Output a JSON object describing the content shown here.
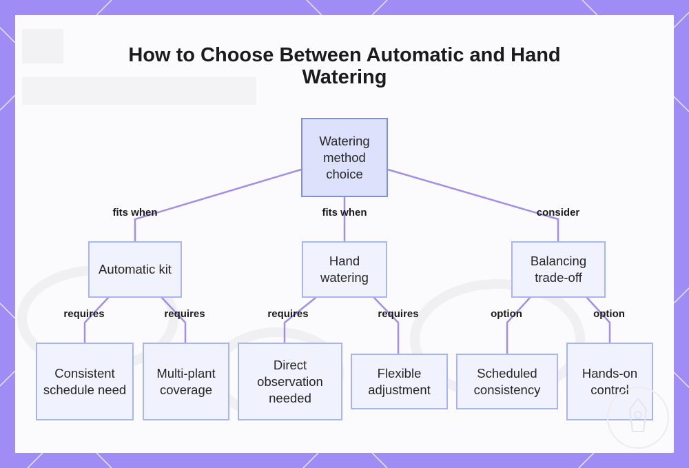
{
  "title": "How to Choose Between Automatic and Hand Watering",
  "colors": {
    "frame": "#a08cf5",
    "edge": "#a28ee6",
    "node_fill": "#f0f2fd",
    "node_border": "#a7b6ee",
    "root_fill": "#dde1fb"
  },
  "nodes": {
    "root": "Watering method choice",
    "automatic": "Automatic kit",
    "hand": "Hand watering",
    "balance": "Balancing trade-off",
    "consistent": "Consistent schedule need",
    "multi": "Multi-plant coverage",
    "direct": "Direct observation needed",
    "flexible": "Flexible adjustment",
    "scheduled": "Scheduled consistency",
    "handson": "Hands-on control"
  },
  "edges": {
    "root_automatic": "fits when",
    "root_hand": "fits when",
    "root_balance": "consider",
    "automatic_consistent": "requires",
    "automatic_multi": "requires",
    "hand_direct": "requires",
    "hand_flexible": "requires",
    "balance_scheduled": "option",
    "balance_handson": "option"
  }
}
